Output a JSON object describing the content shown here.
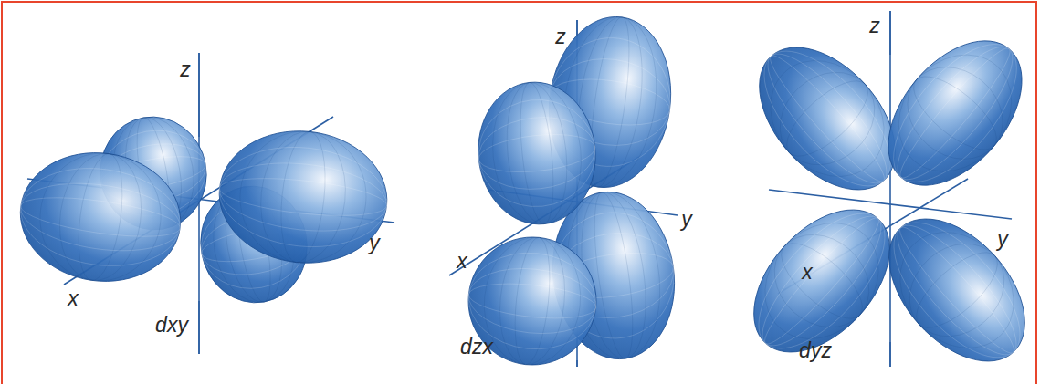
{
  "diagram": {
    "labels": [
      "z",
      "x",
      "y",
      "dxy",
      "z",
      "x",
      "y",
      "dzx",
      "z",
      "x",
      "y",
      "dyz"
    ]
  }
}
